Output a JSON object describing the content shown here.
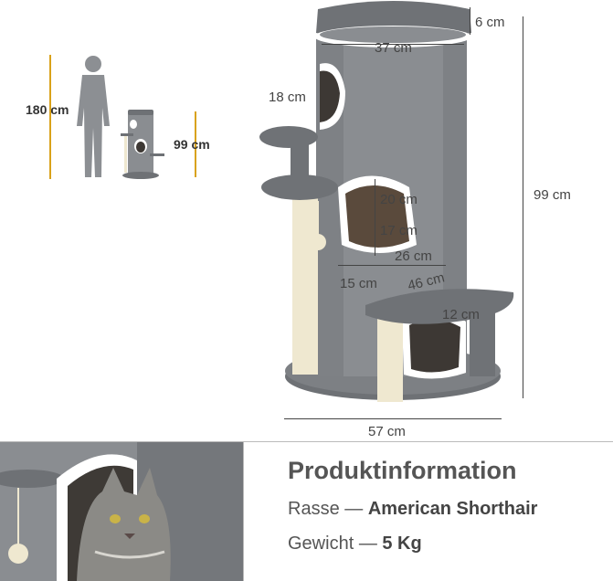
{
  "scale": {
    "person_height": "180 cm",
    "tree_height": "99 cm"
  },
  "dimensions": {
    "top_cushion": "6 cm",
    "top_diameter": "37 cm",
    "upper_hole": "18 cm",
    "total_height": "99 cm",
    "middle_hole_height": "20 cm",
    "middle_hole_inner": "17 cm",
    "middle_hole_width": "26 cm",
    "platform_depth": "15 cm",
    "platform_width": "46 cm",
    "platform_short": "12 cm",
    "base_diameter": "57 cm"
  },
  "info": {
    "title": "Produktinformation",
    "breed_label": "Rasse",
    "breed_sep": "—",
    "breed_value": "American Shorthair",
    "weight_label": "Gewicht",
    "weight_sep": "—",
    "weight_value": "5 Kg"
  },
  "colors": {
    "felt": "#7b7e82",
    "plush": "#ffffff",
    "sisal": "#efe8d0",
    "accent_gold": "#d9a21a"
  }
}
